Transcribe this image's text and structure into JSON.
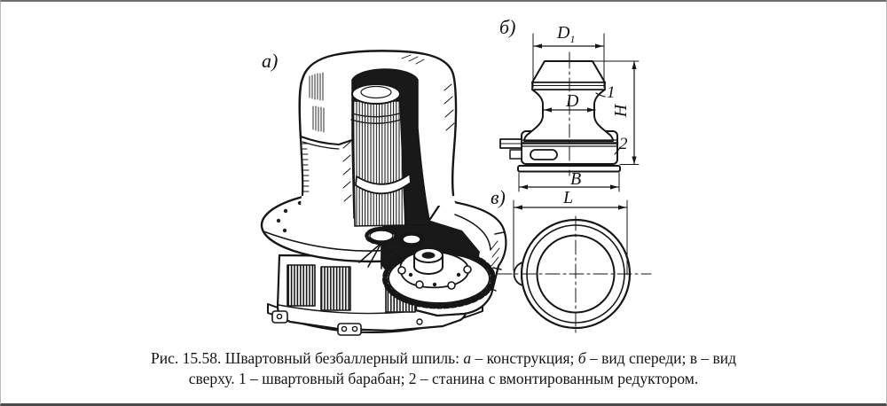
{
  "figure": {
    "view_labels": {
      "a": "а)",
      "b": "б)",
      "v": "в)"
    },
    "dimension_labels": {
      "d1_base": "D",
      "d1_sub": "1",
      "d": "D",
      "h": "H",
      "b": "B",
      "l": "L"
    },
    "part_labels": {
      "drum": "1",
      "frame": "2"
    },
    "caption": {
      "line1": [
        {
          "text": "Рис. 15.58. Швартовный безбаллерный шпиль: "
        },
        {
          "text": "а",
          "italic": true
        },
        {
          "text": " – конструкция; "
        },
        {
          "text": "б",
          "italic": true
        },
        {
          "text": " – вид спереди; в – вид"
        }
      ],
      "line2": [
        {
          "text": "сверху. 1 – швартовный барабан; 2 – станина с вмонтированным редуктором."
        }
      ]
    },
    "colors": {
      "ink": "#161616",
      "page_bg": "#ffffff",
      "border_top": "#6f6f6f",
      "border_bottom": "#4a4a4a"
    }
  }
}
